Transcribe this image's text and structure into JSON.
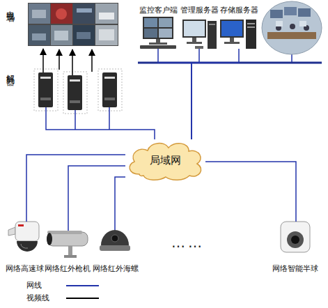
{
  "diagram": {
    "nodes": [
      {
        "text": [
          "电视墙"
        ]
      },
      {
        "text": [
          "解码器"
        ]
      },
      {
        "text": [
          "监控客户端"
        ]
      },
      {
        "text": [
          "管理服务器"
        ]
      },
      {
        "text": [
          "存储服务器"
        ]
      },
      {
        "text": [
          "局域网"
        ]
      },
      {
        "text": [
          "网络高速球"
        ]
      },
      {
        "text": [
          "网络红外枪机"
        ]
      },
      {
        "text": [
          "网络红外海螺"
        ]
      },
      {
        "text": [
          "网络智能半球"
        ]
      }
    ],
    "edges": [
      {
        "from": 1,
        "to": 0,
        "arrow": "to"
      },
      {
        "from": 1,
        "to": 5,
        "arrow": "none"
      },
      {
        "from": 2,
        "to": 5,
        "arrow": "none"
      },
      {
        "from": 3,
        "to": 5,
        "arrow": "none"
      },
      {
        "from": 4,
        "to": 5,
        "arrow": "none"
      },
      {
        "from": 5,
        "to": 6,
        "arrow": "none"
      },
      {
        "from": 5,
        "to": 7,
        "arrow": "none"
      },
      {
        "from": 5,
        "to": 8,
        "arrow": "none"
      },
      {
        "from": 5,
        "to": 9,
        "arrow": "none"
      }
    ],
    "labels": [
      "……"
    ],
    "legend": [
      {
        "text": "网线"
      },
      {
        "text": "视频线"
      }
    ]
  }
}
